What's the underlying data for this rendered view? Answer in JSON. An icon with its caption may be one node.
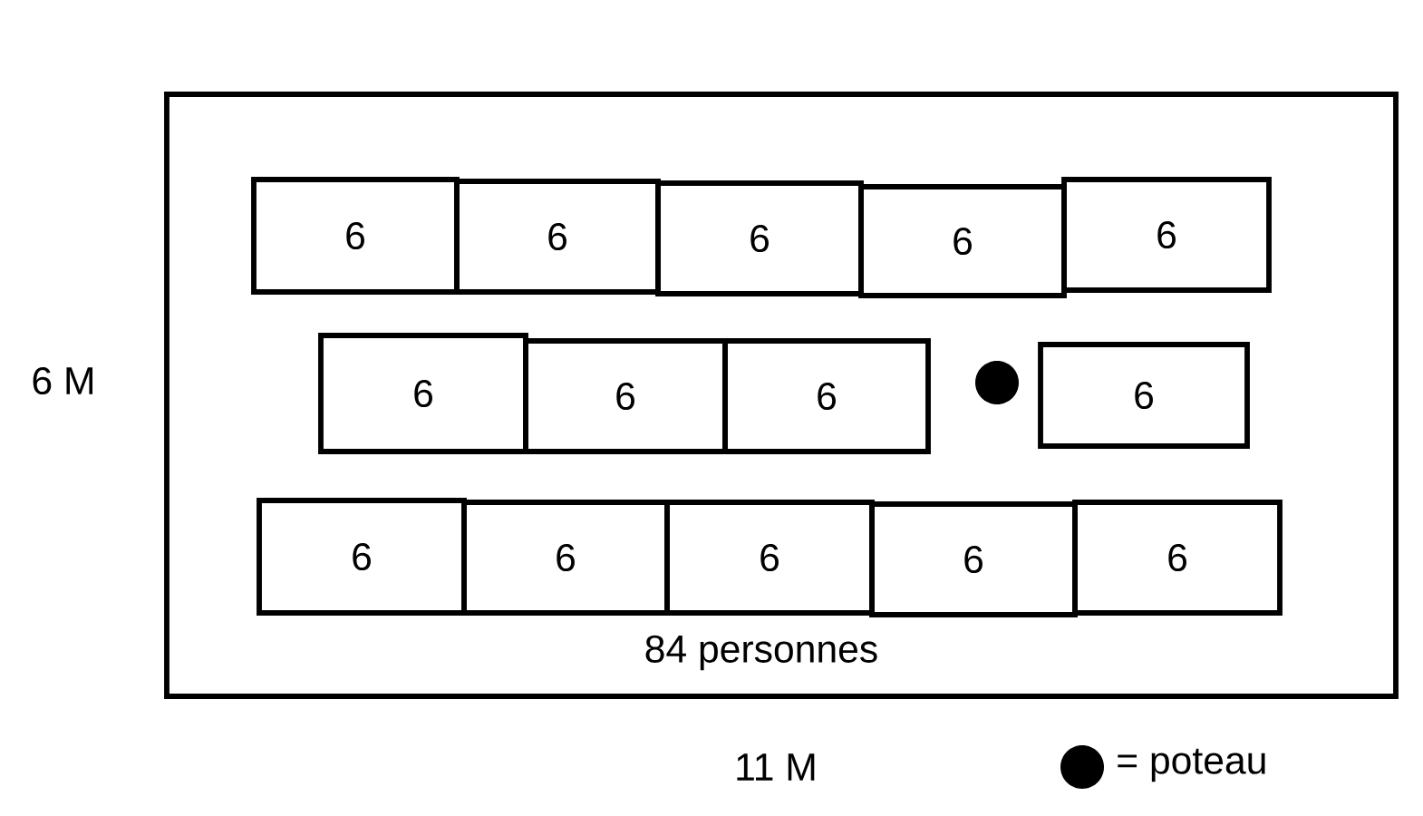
{
  "diagram": {
    "nodes": [
      {
        "text": [
          "84 personnes"
        ]
      },
      {
        "text": [
          "6"
        ],
        "in": 0
      },
      {
        "text": [
          "6"
        ],
        "in": 0
      },
      {
        "text": [
          "6"
        ],
        "in": 0
      },
      {
        "text": [
          "6"
        ],
        "in": 0
      },
      {
        "text": [
          "6"
        ],
        "in": 0
      },
      {
        "text": [
          "6"
        ],
        "in": 0
      },
      {
        "text": [
          "6"
        ],
        "in": 0
      },
      {
        "text": [
          "6"
        ],
        "in": 0
      },
      {
        "text": [],
        "shape": "circle",
        "in": 0
      },
      {
        "text": [
          "6"
        ],
        "in": 0
      },
      {
        "text": [
          "6"
        ],
        "in": 0
      },
      {
        "text": [
          "6"
        ],
        "in": 0
      },
      {
        "text": [
          "6"
        ],
        "in": 0
      },
      {
        "text": [
          "6"
        ],
        "in": 0
      },
      {
        "text": [
          "6"
        ],
        "in": 0
      }
    ],
    "edges": [],
    "labels": [
      "6 M",
      "11 M"
    ],
    "legend": [
      {
        "text": "= poteau"
      }
    ]
  }
}
